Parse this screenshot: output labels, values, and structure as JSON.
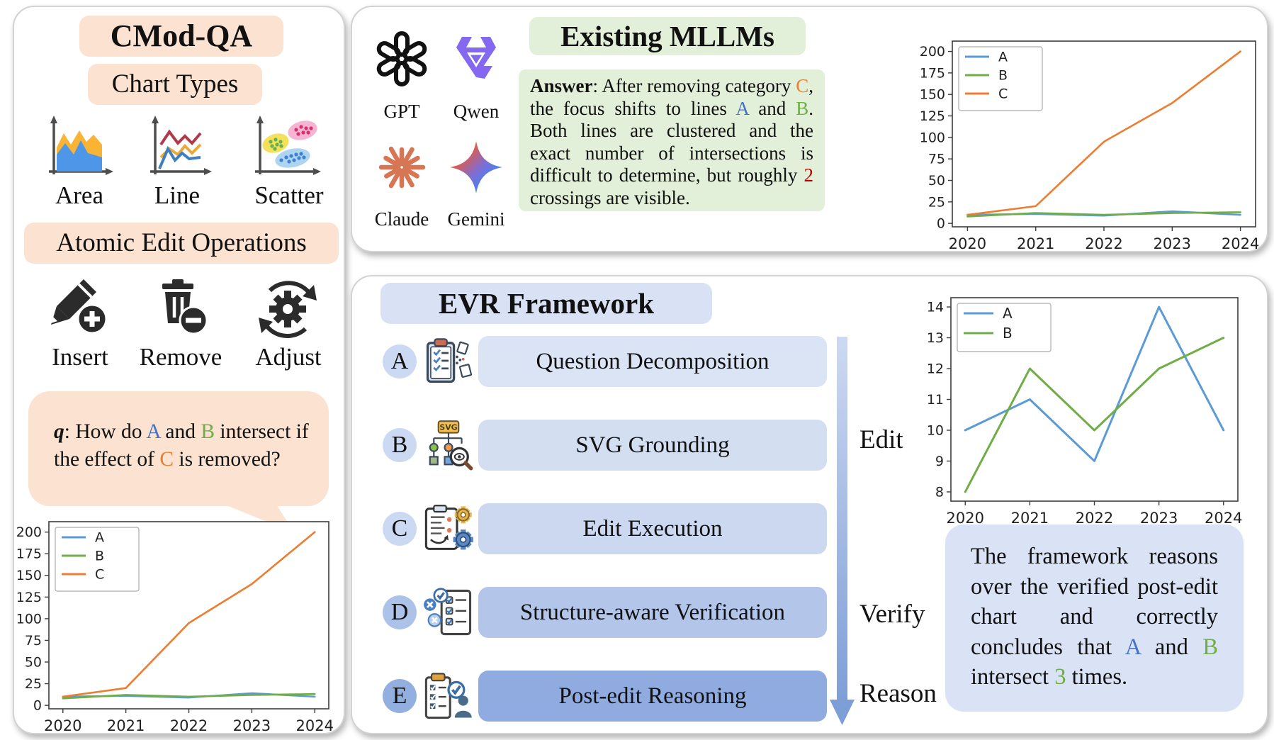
{
  "colors": {
    "peach": "#fbe2d1",
    "green_bg": "#e2efd9",
    "blue_bg": "#d8e2f4",
    "series_a": "#5b9bd5",
    "series_b": "#70ad47",
    "series_c": "#ed7d31",
    "text_a": "#4472c4",
    "text_b": "#70ad47",
    "text_c": "#ed7d31",
    "text_red": "#c00000"
  },
  "left_panel": {
    "title": "CMod-QA",
    "chart_types": {
      "title": "Chart Types",
      "items": [
        {
          "label": "Area",
          "icon": "area-chart-icon"
        },
        {
          "label": "Line",
          "icon": "line-chart-icon"
        },
        {
          "label": "Scatter",
          "icon": "scatter-chart-icon"
        }
      ]
    },
    "edit_operations": {
      "title": "Atomic Edit Operations",
      "items": [
        {
          "label": "Insert",
          "icon": "insert-icon"
        },
        {
          "label": "Remove",
          "icon": "remove-icon"
        },
        {
          "label": "Adjust",
          "icon": "adjust-icon"
        }
      ]
    },
    "question": {
      "segments": [
        {
          "t": "q",
          "style": "bi"
        },
        {
          "t": ": How do "
        },
        {
          "t": "A",
          "color": "blue"
        },
        {
          "t": " and "
        },
        {
          "t": "B",
          "color": "green"
        },
        {
          "t": " intersect if the effect of "
        },
        {
          "t": "C",
          "color": "orange"
        },
        {
          "t": " is removed?"
        }
      ]
    }
  },
  "top_panel": {
    "title": "Existing MLLMs",
    "models": [
      {
        "name": "GPT",
        "icon": "gpt-logo"
      },
      {
        "name": "Qwen",
        "icon": "qwen-logo"
      },
      {
        "name": "Claude",
        "icon": "claude-logo"
      },
      {
        "name": "Gemini",
        "icon": "gemini-logo"
      }
    ],
    "answer": {
      "segments": [
        {
          "t": "Answer",
          "style": "b"
        },
        {
          "t": ": After removing category "
        },
        {
          "t": "C",
          "color": "orange"
        },
        {
          "t": ", the focus shifts to lines "
        },
        {
          "t": "A",
          "color": "blue"
        },
        {
          "t": " and "
        },
        {
          "t": "B",
          "color": "green"
        },
        {
          "t": ". Both lines are clustered and the exact number of intersections is difficult to determine, but roughly "
        },
        {
          "t": "2",
          "color": "red"
        },
        {
          "t": " crossings are visible."
        }
      ]
    }
  },
  "evr_panel": {
    "title": "EVR Framework",
    "steps": [
      {
        "letter": "A",
        "label": "Question Decomposition",
        "icon": "question-decomposition-icon"
      },
      {
        "letter": "B",
        "label": "SVG Grounding",
        "icon": "svg-grounding-icon"
      },
      {
        "letter": "C",
        "label": "Edit Execution",
        "icon": "edit-execution-icon"
      },
      {
        "letter": "D",
        "label": "Structure-aware Verification",
        "icon": "structure-verification-icon"
      },
      {
        "letter": "E",
        "label": "Post-edit Reasoning",
        "icon": "post-edit-reasoning-icon"
      }
    ],
    "stage_labels": [
      {
        "label": "Edit"
      },
      {
        "label": "Verify"
      },
      {
        "label": "Reason"
      }
    ],
    "conclusion": {
      "segments": [
        {
          "t": "The framework reasons over the verified post-edit chart and correctly concludes that "
        },
        {
          "t": "A",
          "color": "blue"
        },
        {
          "t": " and "
        },
        {
          "t": "B",
          "color": "green"
        },
        {
          "t": " intersect "
        },
        {
          "t": "3",
          "color": "green"
        },
        {
          "t": " times."
        }
      ]
    }
  },
  "chart_data": [
    {
      "type": "line",
      "title": "",
      "xlabel": "",
      "ylabel": "",
      "x": [
        2020,
        2021,
        2022,
        2023,
        2024
      ],
      "series": [
        {
          "name": "A",
          "color": "#5b9bd5",
          "values": [
            10,
            11,
            9,
            14,
            10
          ]
        },
        {
          "name": "B",
          "color": "#70ad47",
          "values": [
            8,
            12,
            10,
            12,
            13
          ]
        },
        {
          "name": "C",
          "color": "#ed7d31",
          "values": [
            10,
            20,
            95,
            140,
            200
          ]
        }
      ],
      "ylim": [
        -4,
        212
      ],
      "yticks": [
        0,
        25,
        50,
        75,
        100,
        125,
        150,
        175,
        200
      ],
      "legend": "upper left",
      "grid": false
    },
    {
      "type": "line",
      "title": "",
      "xlabel": "",
      "ylabel": "",
      "x": [
        2020,
        2021,
        2022,
        2023,
        2024
      ],
      "series": [
        {
          "name": "A",
          "color": "#5b9bd5",
          "values": [
            10,
            11,
            9,
            14,
            10
          ]
        },
        {
          "name": "B",
          "color": "#70ad47",
          "values": [
            8,
            12,
            10,
            12,
            13
          ]
        },
        {
          "name": "C",
          "color": "#ed7d31",
          "values": [
            10,
            20,
            95,
            140,
            200
          ]
        }
      ],
      "ylim": [
        -4,
        212
      ],
      "yticks": [
        0,
        25,
        50,
        75,
        100,
        125,
        150,
        175,
        200
      ],
      "legend": "upper left",
      "grid": false
    },
    {
      "type": "line",
      "title": "",
      "xlabel": "",
      "ylabel": "",
      "x": [
        2020,
        2021,
        2022,
        2023,
        2024
      ],
      "series": [
        {
          "name": "A",
          "color": "#5b9bd5",
          "values": [
            10,
            11,
            9,
            14,
            10
          ]
        },
        {
          "name": "B",
          "color": "#70ad47",
          "values": [
            8,
            12,
            10,
            12,
            13
          ]
        }
      ],
      "ylim": [
        7.7,
        14.3
      ],
      "yticks": [
        8,
        9,
        10,
        11,
        12,
        13,
        14
      ],
      "legend": "upper left",
      "grid": false
    }
  ]
}
